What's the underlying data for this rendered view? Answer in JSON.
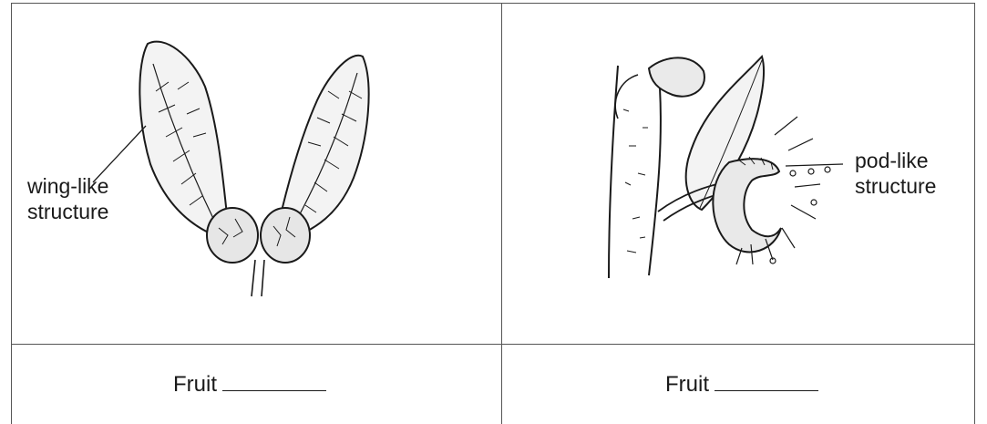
{
  "panels": [
    {
      "callout": [
        "wing-like",
        "structure"
      ],
      "answer_prefix": "Fruit"
    },
    {
      "callout": [
        "pod-like",
        "structure"
      ],
      "answer_prefix": "Fruit"
    }
  ],
  "colors": {
    "line": "#1a1a1a",
    "grid": "#555555"
  },
  "icons": [
    "maple-samara-illustration",
    "pod-on-branch-illustration"
  ]
}
